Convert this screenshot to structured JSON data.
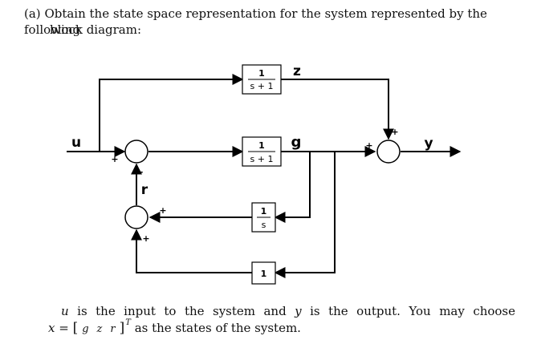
{
  "question": {
    "label": "(a)",
    "line1": "Obtain the state space representation for the system represented by the following",
    "line2": "block diagram:"
  },
  "diagram": {
    "input_label": "u",
    "output_label": "y",
    "block_top": {
      "num": "1",
      "den": "s + 1",
      "output_label": "z"
    },
    "block_middle": {
      "num": "1",
      "den": "s + 1",
      "output_label": "g"
    },
    "block_integrator": {
      "num": "1",
      "den": "s"
    },
    "block_gain": {
      "value": "1"
    },
    "signal_r": "r",
    "signs": {
      "sum1_in": "+",
      "sum1_fb": "-",
      "sum2_right": "+",
      "sum2_bottom": "+",
      "sum3_left": "+",
      "sum3_top": "+"
    }
  },
  "footer": {
    "u_sym": "u",
    "t1": " is the input to the system and ",
    "y_sym": "y",
    "t2": " is the output. You may choose",
    "x_sym": "x",
    "eq": " = ",
    "lbr": "[",
    "g": "g",
    "z": "z",
    "r": "r",
    "rbr": "]",
    "T": "T",
    "t3": " as the states of the system."
  }
}
